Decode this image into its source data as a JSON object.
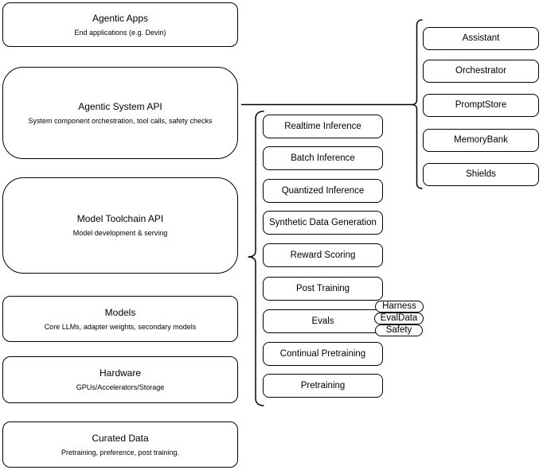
{
  "diagram": {
    "colors": {
      "stroke": "#000000",
      "fill": "#ffffff",
      "text": "#000000"
    },
    "left_column": {
      "boxes": [
        {
          "title": "Agentic Apps",
          "subtitle": "End applications (e.g. Devin)"
        },
        {
          "title": "Agentic System API",
          "subtitle": "System component orchestration, tool calls, safety checks"
        },
        {
          "title": "Model Toolchain API",
          "subtitle": "Model development & serving"
        },
        {
          "title": "Models",
          "subtitle": "Core LLMs, adapter weights, secondary models"
        },
        {
          "title": "Hardware",
          "subtitle": "GPUs/Accelerators/Storage"
        },
        {
          "title": "Curated Data",
          "subtitle": "Pretraining, preference, post training."
        }
      ]
    },
    "toolchain_column": {
      "boxes": [
        {
          "label": "Realtime Inference"
        },
        {
          "label": "Batch Inference"
        },
        {
          "label": "Quantized Inference"
        },
        {
          "label": "Synthetic Data Generation"
        },
        {
          "label": "Reward Scoring"
        },
        {
          "label": "Post Training"
        },
        {
          "label": "Evals"
        },
        {
          "label": "Continual Pretraining"
        },
        {
          "label": "Pretraining"
        }
      ],
      "eval_tags": [
        {
          "label": "Harness"
        },
        {
          "label": "EvalData"
        },
        {
          "label": "Safety"
        }
      ]
    },
    "system_column": {
      "boxes": [
        {
          "label": "Assistant"
        },
        {
          "label": "Orchestrator"
        },
        {
          "label": "PromptStore"
        },
        {
          "label": "MemoryBank"
        },
        {
          "label": "Shields"
        }
      ]
    }
  }
}
